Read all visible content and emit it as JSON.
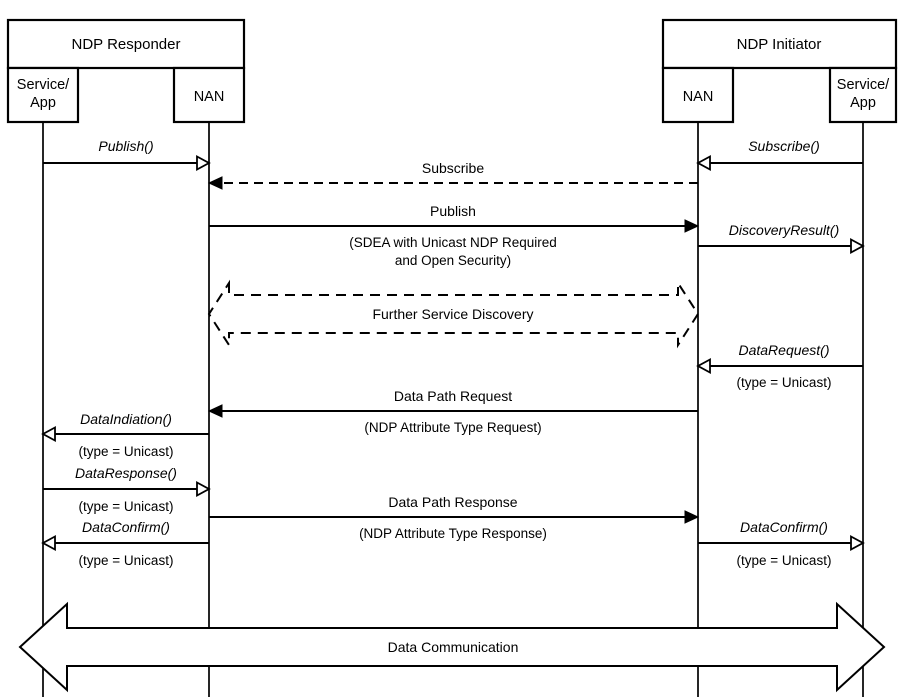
{
  "diagram": {
    "type": "sequence-diagram",
    "title_left": "NDP Responder",
    "title_right": "NDP Initiator",
    "participants": {
      "responder_service": "Service/\nApp",
      "responder_service_line1": "Service/",
      "responder_service_line2": "App",
      "responder_nan": "NAN",
      "initiator_nan": "NAN",
      "initiator_service_line1": "Service/",
      "initiator_service_line2": "App"
    },
    "messages": [
      {
        "id": "publish-api",
        "label": "Publish()",
        "style": "italic",
        "from": "responder_service",
        "to": "responder_nan",
        "direction": "right",
        "line": "solid",
        "head": "open"
      },
      {
        "id": "subscribe-api",
        "label": "Subscribe()",
        "style": "italic",
        "from": "initiator_service",
        "to": "initiator_nan",
        "direction": "left",
        "line": "solid",
        "head": "open"
      },
      {
        "id": "subscribe-air",
        "label": "Subscribe",
        "style": "plain",
        "from": "initiator_nan",
        "to": "responder_nan",
        "direction": "left",
        "line": "dashed",
        "head": "solid"
      },
      {
        "id": "publish-air",
        "label": "Publish",
        "style": "plain",
        "sublabel_line1": "(SDEA with Unicast NDP Required",
        "sublabel_line2": "and Open Security)",
        "from": "responder_nan",
        "to": "initiator_nan",
        "direction": "right",
        "line": "solid",
        "head": "solid"
      },
      {
        "id": "discovery-result",
        "label": "DiscoveryResult()",
        "style": "italic",
        "from": "initiator_nan",
        "to": "initiator_service",
        "direction": "right",
        "line": "solid",
        "head": "open"
      },
      {
        "id": "further-service-discovery",
        "label": "Further Service Discovery",
        "style": "plain",
        "from": "responder_nan",
        "to": "initiator_nan",
        "direction": "both",
        "line": "dashed",
        "head": "block-open"
      },
      {
        "id": "data-request",
        "label": "DataRequest()",
        "style": "italic",
        "sublabel_line1": "(type = Unicast)",
        "from": "initiator_service",
        "to": "initiator_nan",
        "direction": "left",
        "line": "solid",
        "head": "open"
      },
      {
        "id": "data-path-request",
        "label": "Data Path Request",
        "style": "plain",
        "sublabel_line1": "(NDP Attribute Type Request)",
        "from": "initiator_nan",
        "to": "responder_nan",
        "direction": "left",
        "line": "solid",
        "head": "solid"
      },
      {
        "id": "data-indication",
        "label": "DataIndiation()",
        "style": "italic",
        "sublabel_line1": "(type = Unicast)",
        "from": "responder_nan",
        "to": "responder_service",
        "direction": "left",
        "line": "solid",
        "head": "open"
      },
      {
        "id": "data-response",
        "label": "DataResponse()",
        "style": "italic",
        "sublabel_line1": "(type = Unicast)",
        "from": "responder_service",
        "to": "responder_nan",
        "direction": "right",
        "line": "solid",
        "head": "open"
      },
      {
        "id": "data-path-response",
        "label": "Data Path Response",
        "style": "plain",
        "sublabel_line1": "(NDP Attribute Type Response)",
        "from": "responder_nan",
        "to": "initiator_nan",
        "direction": "right",
        "line": "solid",
        "head": "solid"
      },
      {
        "id": "data-confirm-left",
        "label": "DataConfirm()",
        "style": "italic",
        "sublabel_line1": "(type = Unicast)",
        "from": "responder_nan",
        "to": "responder_service",
        "direction": "left",
        "line": "solid",
        "head": "open"
      },
      {
        "id": "data-confirm-right",
        "label": "DataConfirm()",
        "style": "italic",
        "sublabel_line1": "(type = Unicast)",
        "from": "initiator_nan",
        "to": "initiator_service",
        "direction": "right",
        "line": "solid",
        "head": "open"
      },
      {
        "id": "data-communication",
        "label": "Data Communication",
        "style": "plain",
        "from": "responder_service",
        "to": "initiator_service",
        "direction": "both",
        "line": "solid",
        "head": "block-open"
      }
    ],
    "colors": {
      "stroke": "#000000",
      "fill": "#ffffff",
      "background": "#ffffff"
    }
  }
}
